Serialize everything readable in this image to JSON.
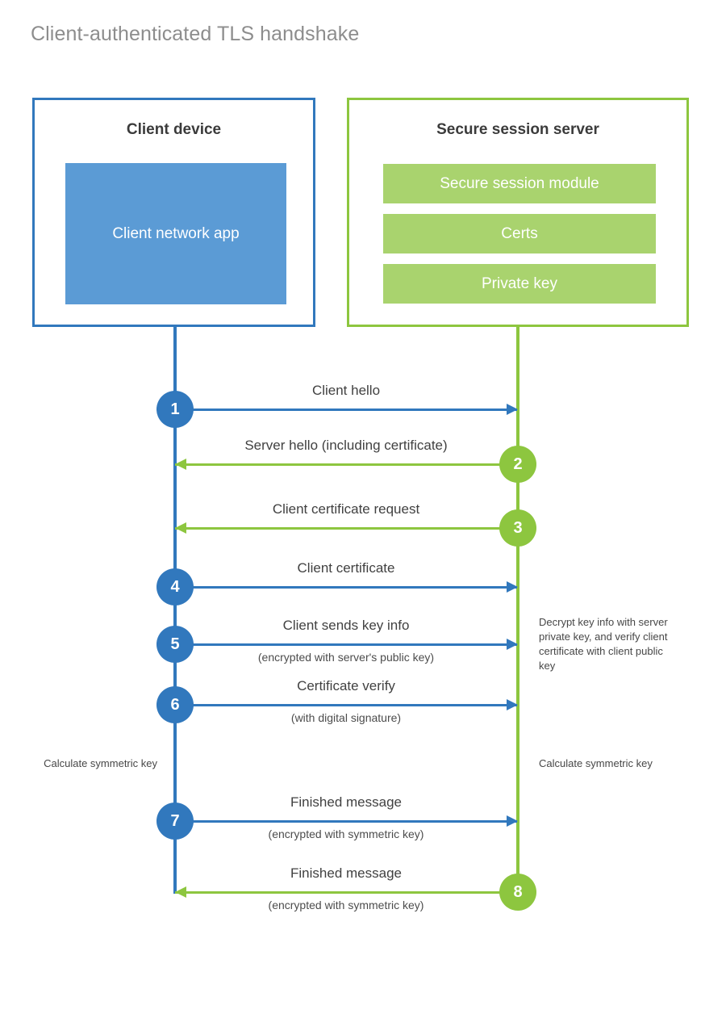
{
  "title": "Client-authenticated TLS handshake",
  "colors": {
    "client_blue": "#3178bd",
    "client_app_fill": "#5b9bd5",
    "server_green": "#8dc63f",
    "server_bar_fill": "#a9d36e",
    "title_gray": "#8d8d8d",
    "text_dark": "#414141"
  },
  "client": {
    "title": "Client device",
    "app_label": "Client network app"
  },
  "server": {
    "title": "Secure session server",
    "components": [
      {
        "label": "Secure session module"
      },
      {
        "label": "Certs"
      },
      {
        "label": "Private key"
      }
    ]
  },
  "messages": [
    {
      "step": "1",
      "direction": "to-server",
      "label": "Client hello",
      "sublabel": ""
    },
    {
      "step": "2",
      "direction": "to-client",
      "label": "Server hello (including certificate)",
      "sublabel": ""
    },
    {
      "step": "3",
      "direction": "to-client",
      "label": "Client certificate request",
      "sublabel": ""
    },
    {
      "step": "4",
      "direction": "to-server",
      "label": "Client certificate",
      "sublabel": ""
    },
    {
      "step": "5",
      "direction": "to-server",
      "label": "Client sends key info",
      "sublabel": "(encrypted with server's public key)"
    },
    {
      "step": "6",
      "direction": "to-server",
      "label": "Certificate verify",
      "sublabel": "(with digital signature)"
    },
    {
      "step": "7",
      "direction": "to-server",
      "label": "Finished message",
      "sublabel": "(encrypted with symmetric key)"
    },
    {
      "step": "8",
      "direction": "to-client",
      "label": "Finished message",
      "sublabel": "(encrypted with symmetric key)"
    }
  ],
  "annotations": {
    "server_decrypt": "Decrypt key info with server private key, and verify client certificate with client public key",
    "client_calculate": "Calculate symmetric key",
    "server_calculate": "Calculate symmetric key"
  }
}
